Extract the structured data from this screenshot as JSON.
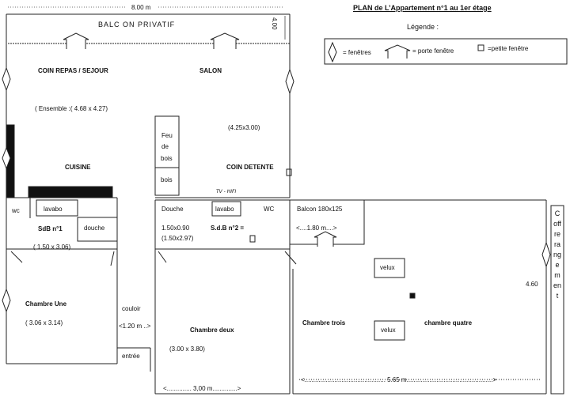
{
  "title": "PLAN de L’Appartement n°1 au 1er étage",
  "legend": {
    "heading": "Légende :",
    "windows": "= fenêtres",
    "french_window": "= porte fenêtre",
    "small_window": "=petite fenêtre"
  },
  "dimensions": {
    "top_width": "8.00 m",
    "side_height": "4.00",
    "corridor": "<1.20 m ..>",
    "bottom_room2": "<.............. 3,00 m..............>",
    "bottom_right": "<.............................................. 5.65 m.................................................>",
    "right_height": "4.60",
    "balcony_width": "<....1.80 m....>"
  },
  "balcony_label": "BALC ON PRIVATIF",
  "rooms": {
    "dining": "COIN REPAS /  SEJOUR",
    "ensemble": "( Ensemble :( 4.68 x 4.27)",
    "salon": "SALON",
    "salon_dims": "(4.25x3.00)",
    "kitchen": "CUISINE",
    "firewood_1": "Feu",
    "firewood_2": "de",
    "firewood_3": "bois",
    "firewood_4": "bois",
    "relax": "COIN DETENTE",
    "tv_note": "TV - HIFI",
    "wc1": "wc",
    "lavabo1": "lavabo",
    "bath1": "SdB n°1",
    "douche1": "douche",
    "bath1_dims": "( 1.50 x 3.06)",
    "douche2": "Douche",
    "lavabo2": "lavabo",
    "wc2": "WC",
    "douche2_dims": "1.50x0.90",
    "bath2": "S.d.B  n°2 =",
    "bath2_dims": "(1.50x2.97)",
    "balcony_small": "Balcon 180x125",
    "room1": "Chambre  Une",
    "room1_dims": "( 3.06 x 3.14)",
    "corridor": "couloir",
    "entrance": "entrée",
    "room2": "Chambre deux",
    "room2_dims": "(3.00 x 3.80)",
    "room3": "Chambre trois",
    "room4": "chambre quatre",
    "velux1": "velux",
    "velux2": "velux",
    "storage": "Coffre rangement"
  }
}
